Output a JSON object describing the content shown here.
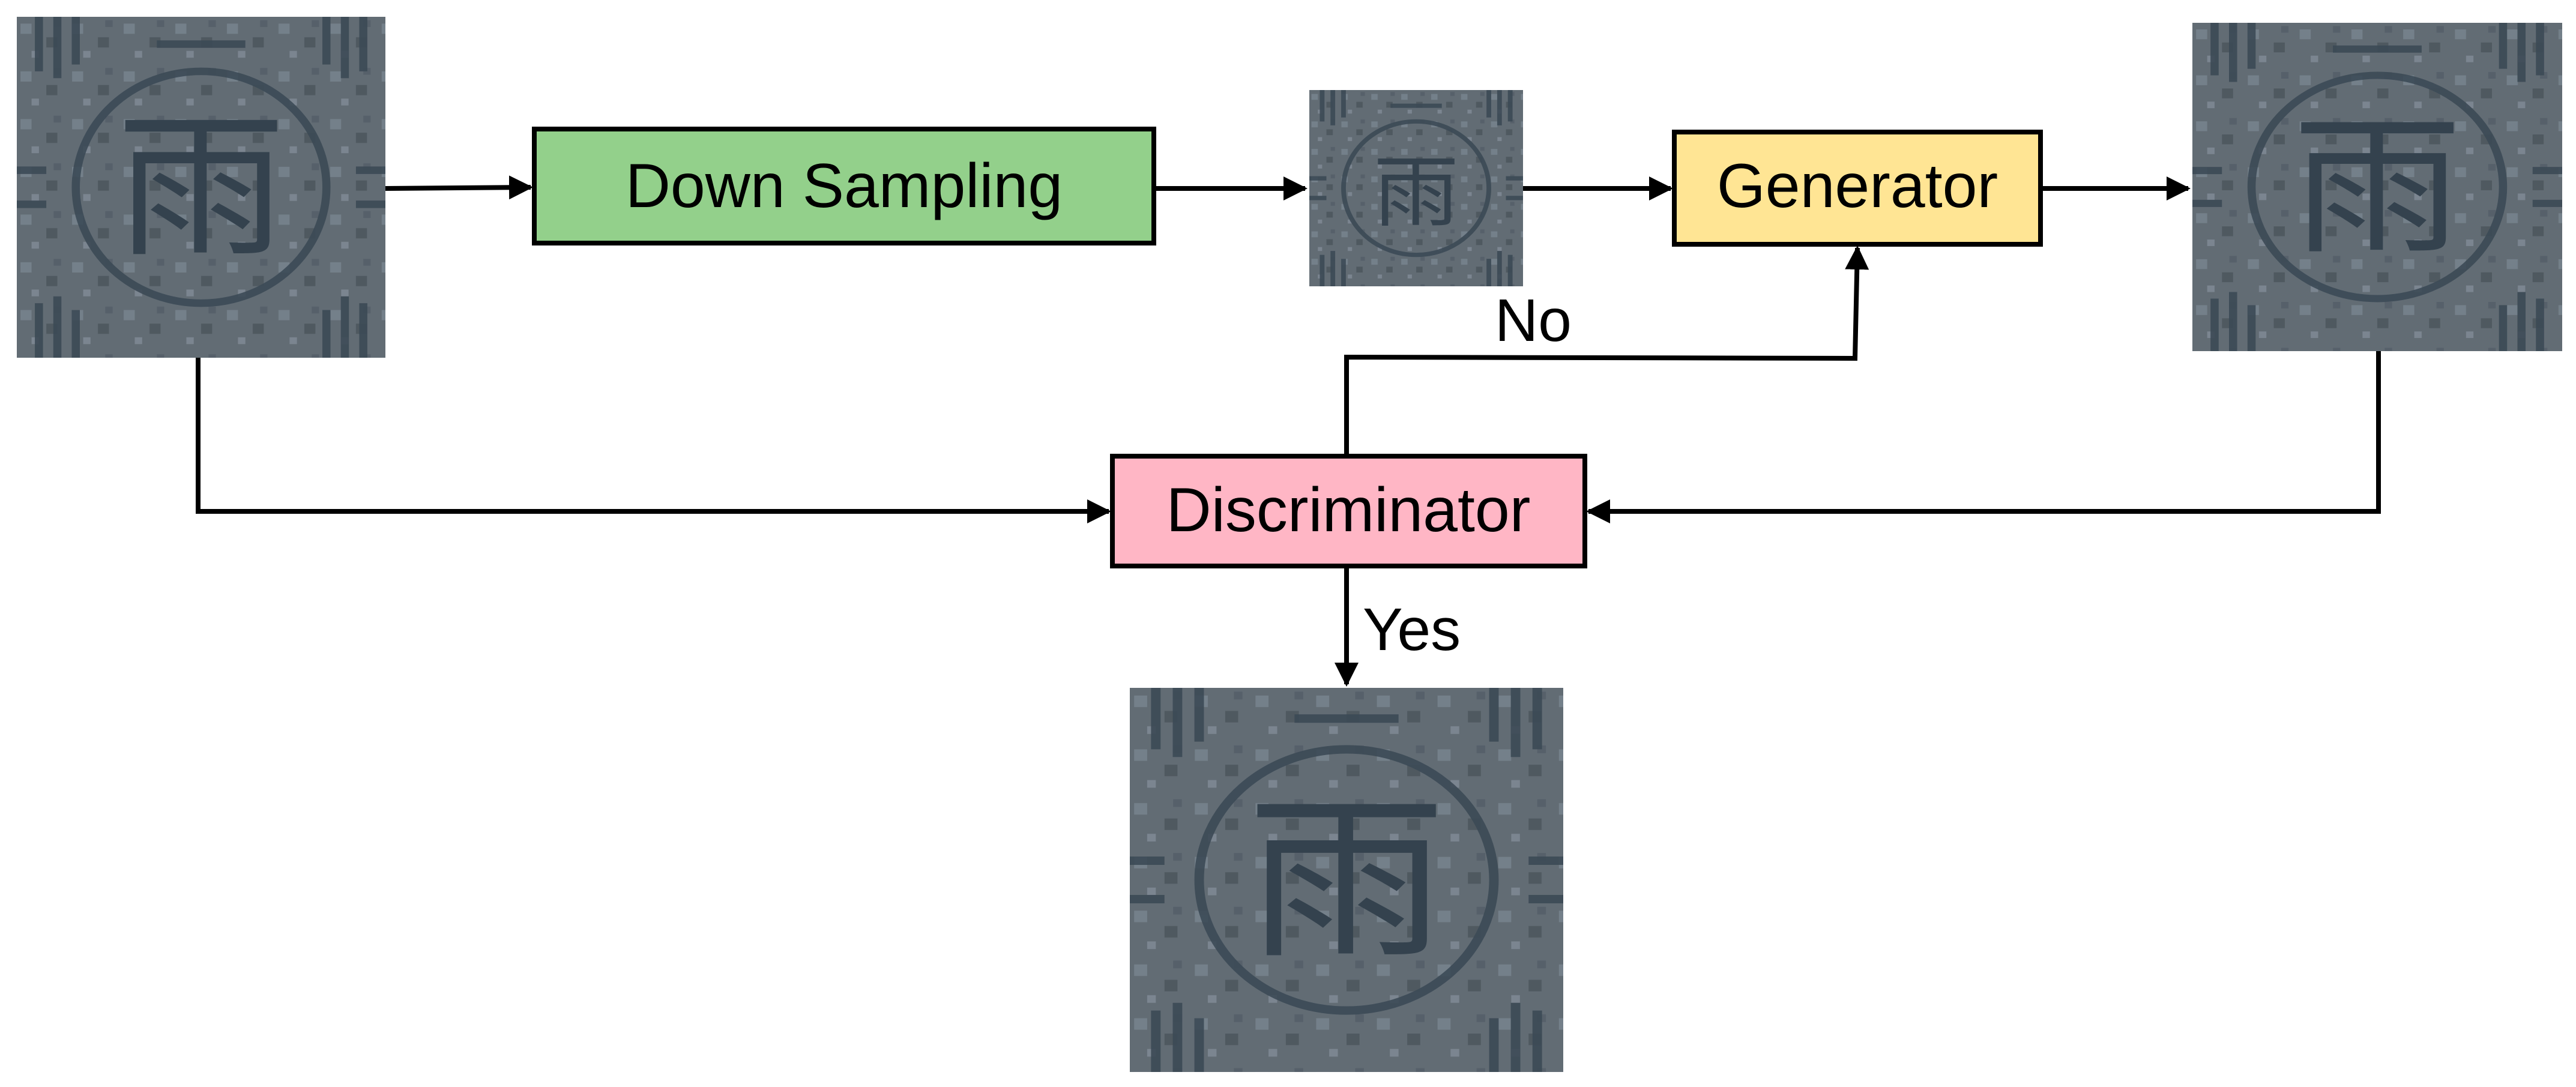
{
  "nodes": {
    "down_sampling": {
      "label": "Down Sampling",
      "color": "#93d08b"
    },
    "generator": {
      "label": "Generator",
      "color": "#ffe594"
    },
    "discriminator": {
      "label": "Discriminator",
      "color": "#ffb6c5"
    }
  },
  "edges": {
    "no_label": "No",
    "yes_label": "Yes"
  },
  "images": {
    "tile_color": "#5f6a72",
    "glyph": "雨"
  }
}
